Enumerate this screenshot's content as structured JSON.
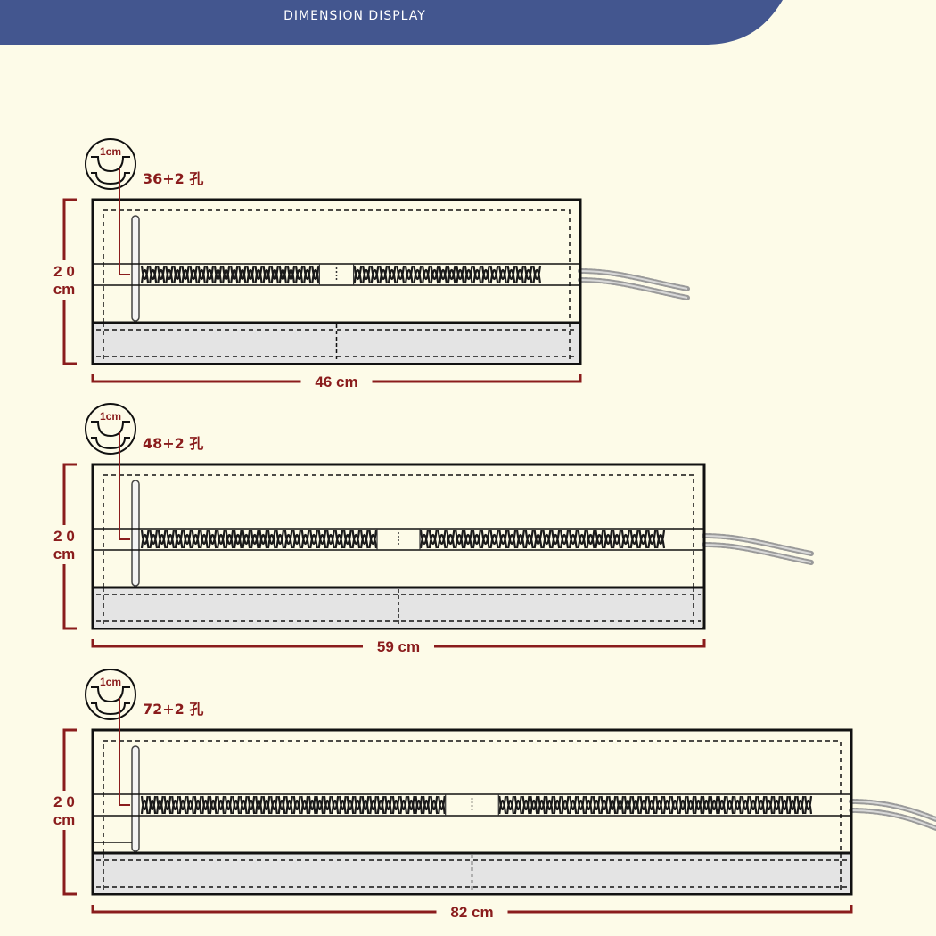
{
  "header": {
    "title": "DIMENSION DISPLAY",
    "bg_color": "#43568f"
  },
  "colors": {
    "background": "#fdfbe8",
    "dimension": "#8a1c1c",
    "outline": "#111111",
    "panel_fill": "#e4e4e4"
  },
  "items": [
    {
      "hole_label": "36+2 孔",
      "hole_size": "1cm",
      "height_label": "2 0\ncm",
      "width_label": "46 cm",
      "coils_per_side": 22
    },
    {
      "hole_label": "48+2 孔",
      "hole_size": "1cm",
      "height_label": "2 0\ncm",
      "width_label": "59 cm",
      "coils_per_side": 28
    },
    {
      "hole_label": "72+2 孔",
      "hole_size": "1cm",
      "height_label": "2 0\ncm",
      "width_label": "82 cm",
      "coils_per_side": 40
    }
  ]
}
